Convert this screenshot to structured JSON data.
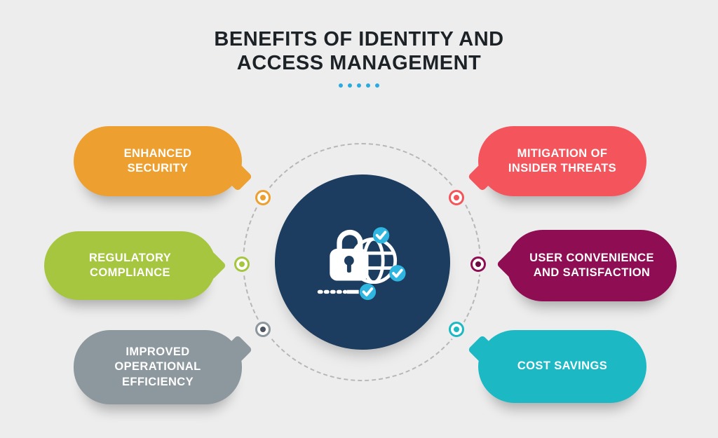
{
  "page": {
    "background_color": "#ededed"
  },
  "title": {
    "text": "BENEFITS OF IDENTITY AND\nACCESS MANAGEMENT",
    "color": "#1d2227",
    "dots_count": 5,
    "dots_color": "#29abe2"
  },
  "center": {
    "circle_color": "#1c3d5f",
    "icon": "identity-lock-globe-icon",
    "check_badge_color": "#2eb5e0",
    "dashed_ring_color": "#b7b7b7"
  },
  "bubbles": [
    {
      "label": "ENHANCED\nSECURITY",
      "color": "#eda02f",
      "dot_color": "#eda02f",
      "position": "top-left"
    },
    {
      "label": "REGULATORY\nCOMPLIANCE",
      "color": "#a5c63e",
      "dot_color": "#a5c63e",
      "position": "middle-left"
    },
    {
      "label": "IMPROVED\nOPERATIONAL\nEFFICIENCY",
      "color": "#8d979e",
      "dot_color": "#4d565e",
      "position": "bottom-left"
    },
    {
      "label": "MITIGATION OF\nINSIDER THREATS",
      "color": "#f4555c",
      "dot_color": "#f4555c",
      "position": "top-right"
    },
    {
      "label": "USER CONVENIENCE\nAND SATISFACTION",
      "color": "#8e0d53",
      "dot_color": "#6d0a40",
      "position": "middle-right"
    },
    {
      "label": "COST SAVINGS",
      "color": "#1cb9c4",
      "dot_color": "#1cb9c4",
      "position": "bottom-right"
    }
  ]
}
